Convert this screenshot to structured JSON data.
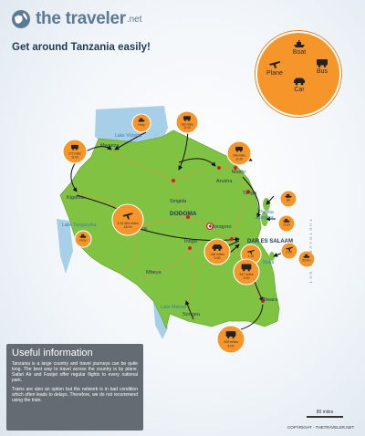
{
  "header": {
    "brand_name": "the traveler",
    "brand_tld": ".net",
    "headline": "Get around Tanzania easily!"
  },
  "legend": {
    "items": [
      {
        "label": "Boat",
        "icon": "boat-icon"
      },
      {
        "label": "Plane",
        "icon": "plane-icon"
      },
      {
        "label": "Bus",
        "icon": "bus-icon"
      },
      {
        "label": "Car",
        "icon": "car-icon"
      }
    ],
    "accent": "#f6962a"
  },
  "map": {
    "land_color": "#80c342",
    "water_color": "#a8cfe8",
    "route_color": "#111111",
    "capital_label": "DODOMA",
    "places": [
      {
        "name": "Lake Victoria",
        "kind": "lake"
      },
      {
        "name": "Mwanza",
        "kind": "city"
      },
      {
        "name": "Arusha",
        "kind": "city"
      },
      {
        "name": "Moshi",
        "kind": "city"
      },
      {
        "name": "Tanga",
        "kind": "city"
      },
      {
        "name": "Pemba",
        "kind": "island"
      },
      {
        "name": "Zanzibar",
        "kind": "island"
      },
      {
        "name": "Kigoma",
        "kind": "city"
      },
      {
        "name": "Lake Tanganyika",
        "kind": "lake"
      },
      {
        "name": "Tabora",
        "kind": "city"
      },
      {
        "name": "Singida",
        "kind": "city"
      },
      {
        "name": "DODOMA",
        "kind": "capital"
      },
      {
        "name": "Morogoro",
        "kind": "city"
      },
      {
        "name": "DAR ES SALAAM",
        "kind": "city"
      },
      {
        "name": "Iringa",
        "kind": "city"
      },
      {
        "name": "Mafia",
        "kind": "island"
      },
      {
        "name": "Mbeya",
        "kind": "city"
      },
      {
        "name": "Lake Malawi",
        "kind": "lake"
      },
      {
        "name": "Songea",
        "kind": "city"
      },
      {
        "name": "Mtwara",
        "kind": "city"
      }
    ],
    "route_badges": [
      {
        "icon": "boat-icon",
        "text": "Ferry"
      },
      {
        "icon": "bus-icon",
        "text": "182 miles 11:00"
      },
      {
        "icon": "bus-icon",
        "text": "272 miles 11:00"
      },
      {
        "icon": "bus-icon",
        "text": "396 miles 11:00"
      },
      {
        "icon": "boat-icon",
        "text": "8h"
      },
      {
        "icon": "boat-icon",
        "text": "1h 30"
      },
      {
        "icon": "plane-icon",
        "text": "1:15 564 miles 18:00"
      },
      {
        "icon": "boat-icon",
        "text": "Ferry"
      },
      {
        "icon": "car-icon",
        "text": "196 miles 5:00"
      },
      {
        "icon": "plane-icon",
        "text": "1:15"
      },
      {
        "icon": "bus-icon",
        "text": "347 miles 9:00"
      },
      {
        "icon": "plane-icon",
        "text": "1:00"
      },
      {
        "icon": "boat-icon",
        "text": "30 min"
      },
      {
        "icon": "bus-icon",
        "text": "200 miles 6:00"
      }
    ]
  },
  "info": {
    "title": "Useful information",
    "paragraph1": "Tanzania is a large country and travel journeys can be quite long. The best way to travel across the country is by plane. Safari Air and Fastjet offer regular flights to every national park.",
    "paragraph2": "Trains are also an option but the network is in bad condition which often leads to delays. Therefore, we do not recommend using the train."
  },
  "footer": {
    "scale_label": "80 miles",
    "copyright": "COPYRIGHT - THETRAVELER.NET",
    "vertical_brand": "THETRAVELER.NET"
  }
}
